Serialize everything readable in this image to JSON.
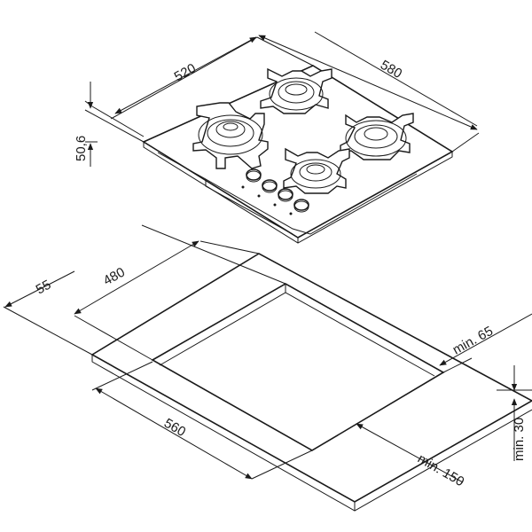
{
  "hob": {
    "width_label": "520",
    "depth_label": "580",
    "height_label": "50,6"
  },
  "cutout": {
    "edge_label": "55",
    "width_label": "480",
    "min_side_label": "min. 65",
    "depth_label": "560",
    "min_front_label": "min. 150",
    "min_thickness_label": "min. 30"
  },
  "colors": {
    "line": "#1a1a1a",
    "background": "#ffffff"
  }
}
